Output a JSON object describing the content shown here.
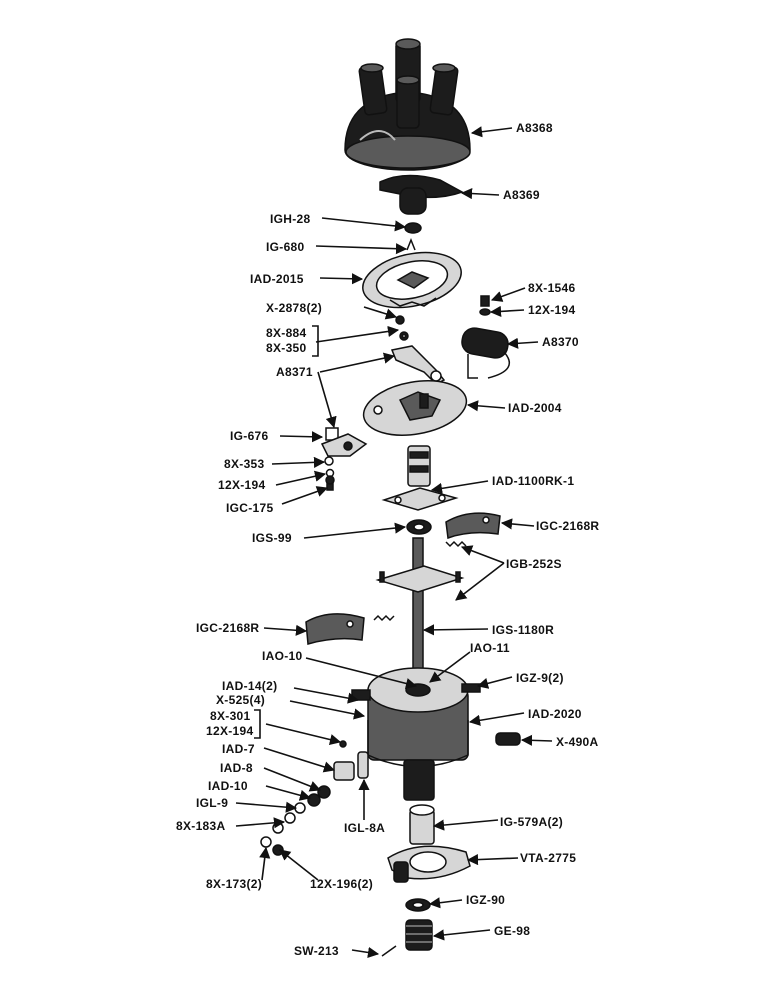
{
  "labels": {
    "A8368": "A8368",
    "A8369": "A8369",
    "IGH28": "IGH-28",
    "IG680": "IG-680",
    "IAD2015": "IAD-2015",
    "X2878": "X-2878(2)",
    "X8X1546": "8X-1546",
    "X12X194a": "12X-194",
    "X8X884": "8X-884",
    "X8X350": "8X-350",
    "A8370": "A8370",
    "A8371": "A8371",
    "IAD2004": "IAD-2004",
    "IG676": "IG-676",
    "X8X353": "8X-353",
    "X12X194b": "12X-194",
    "IGC175": "IGC-175",
    "IAD1100RK1": "IAD-1100RK-1",
    "IGS99": "IGS-99",
    "IGC2168Ra": "IGC-2168R",
    "IGB252S": "IGB-252S",
    "IGC2168Rb": "IGC-2168R",
    "IGS1180R": "IGS-1180R",
    "IAO10": "IAO-10",
    "IAO11": "IAO-11",
    "IGZ9": "IGZ-9(2)",
    "IAD14": "IAD-14(2)",
    "X525": "X-525(4)",
    "X8X301": "8X-301",
    "X12X194c": "12X-194",
    "IAD2020": "IAD-2020",
    "X490A": "X-490A",
    "IAD7": "IAD-7",
    "IAD8": "IAD-8",
    "IAD10": "IAD-10",
    "IGL9": "IGL-9",
    "X8X183A": "8X-183A",
    "IGL8A": "IGL-8A",
    "IG579A": "IG-579A(2)",
    "VTA2775": "VTA-2775",
    "X8X173": "8X-173(2)",
    "X12X196": "12X-196(2)",
    "IGZ90": "IGZ-90",
    "GE98": "GE-98",
    "SW213": "SW-213"
  }
}
